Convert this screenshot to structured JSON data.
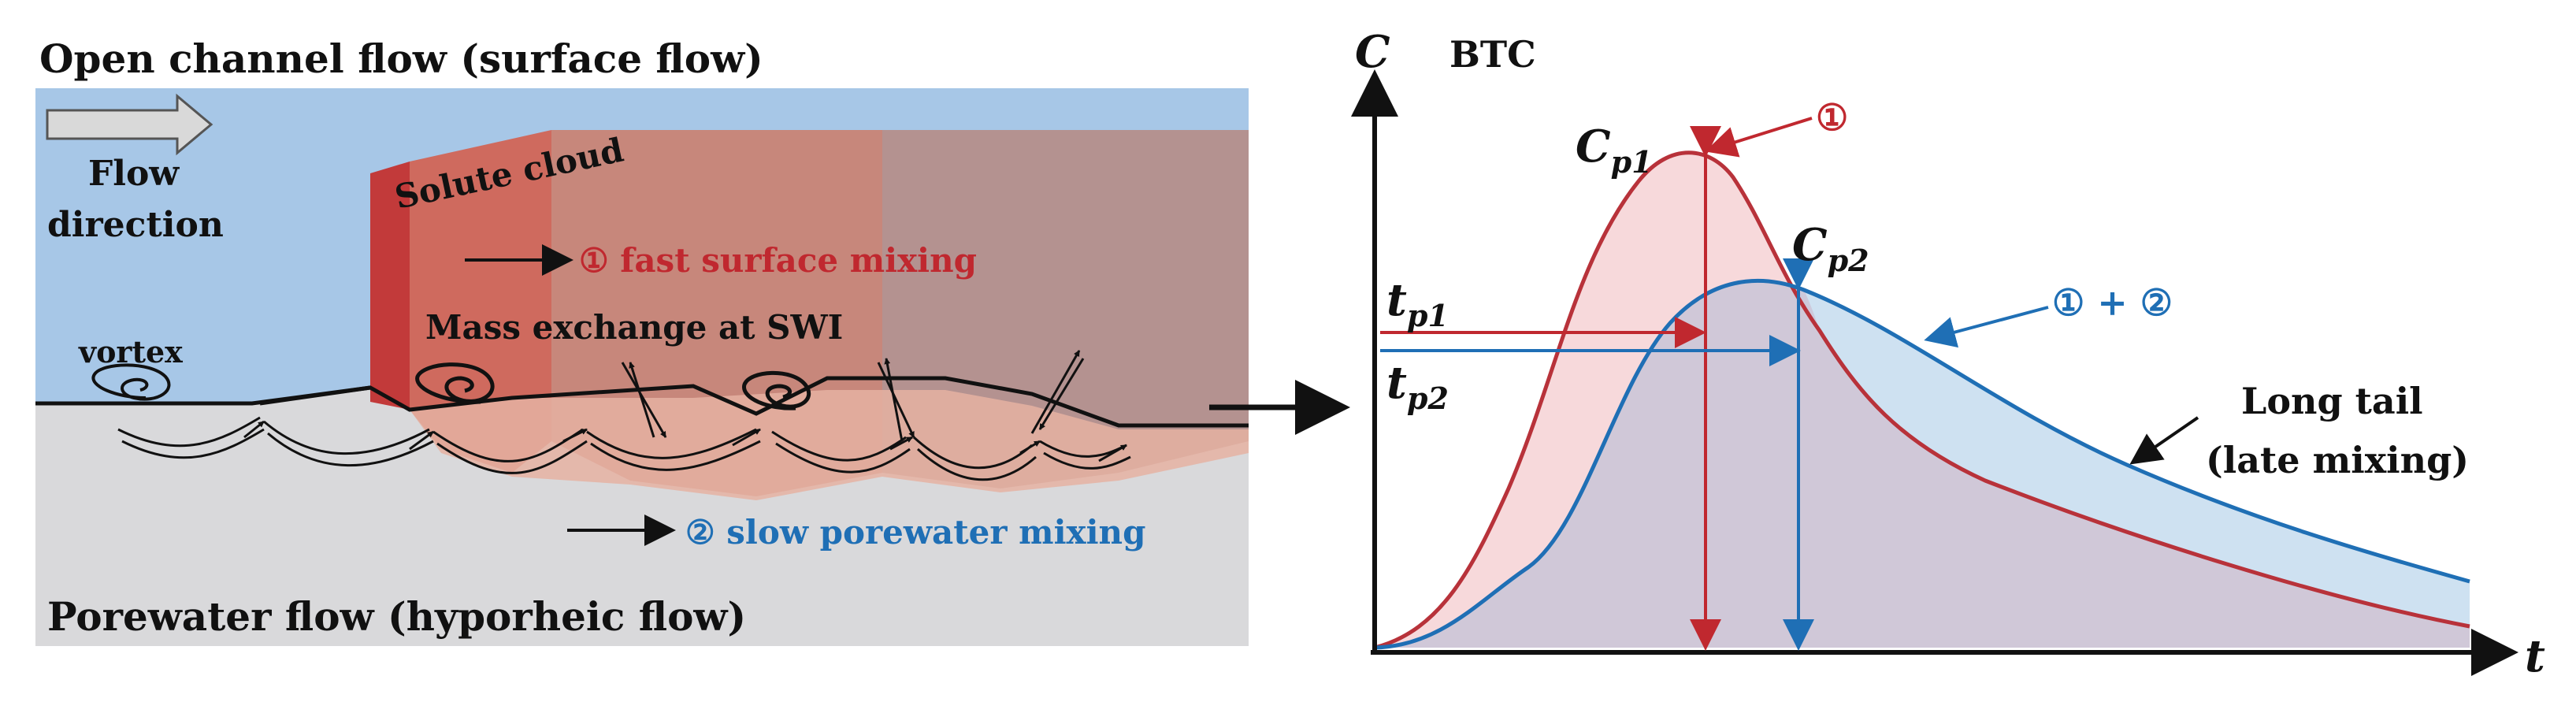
{
  "left_panel": {
    "title_surface": "Open channel flow (surface flow)",
    "title_porewater": "Porewater flow (hyporheic flow)",
    "flow_line1": "Flow",
    "flow_line2": "direction",
    "vortex_label": "vortex",
    "solute_cloud_label": "Solute cloud",
    "mass_exchange_label": "Mass exchange at SWI",
    "fast_mixing_label": "① fast surface mixing",
    "slow_mixing_label": "② slow porewater mixing"
  },
  "right_panel": {
    "y_axis": "C",
    "x_axis": "t",
    "title": "BTC",
    "cp1_main": "C",
    "cp1_sub": "p1",
    "cp2_main": "C",
    "cp2_sub": "p2",
    "tp1_main": "t",
    "tp1_sub": "p1",
    "tp2_main": "t",
    "tp2_sub": "p2",
    "callout_1": "①",
    "callout_12": "① + ②",
    "long_tail_line1": "Long tail",
    "long_tail_line2": "(late mixing)"
  },
  "colors": {
    "surface_blue": "#a7c7e7",
    "bed_gray": "#d9d9db",
    "solute_red": "#c0282f",
    "curve_red": "#b8323a",
    "curve_blue": "#1f6fb5"
  }
}
